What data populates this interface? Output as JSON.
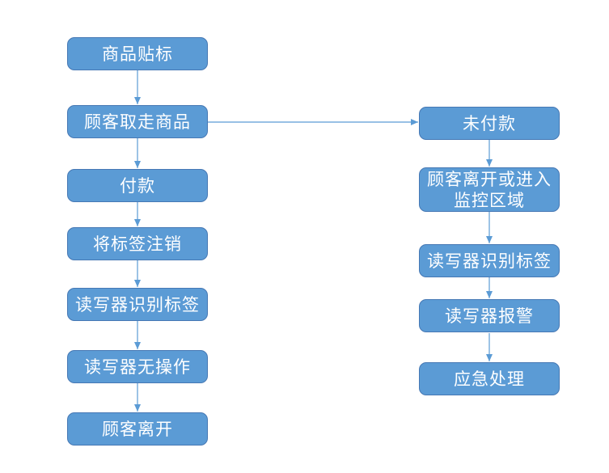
{
  "diagram": {
    "title": "",
    "background_color": "#ffffff",
    "node_fill_color": "#5b9bd5",
    "node_border_color": "#4678b4",
    "node_text_color": "#ffffff",
    "arrow_color": "#5b9bd5",
    "main_flow": {
      "nodes": [
        {
          "label": "商品贴标"
        },
        {
          "label": "顾客取走商品"
        },
        {
          "label": "付款"
        },
        {
          "label": "将标签注销"
        },
        {
          "label": "读写器识别标签"
        },
        {
          "label": "读写器无操作"
        },
        {
          "label": "顾客离开"
        }
      ]
    },
    "exception_flow": {
      "nodes": [
        {
          "label": "未付款"
        },
        {
          "label": "顾客离开或进入\n监控区域"
        },
        {
          "label": "读写器识别标签"
        },
        {
          "label": "读写器报警"
        },
        {
          "label": "应急处理"
        }
      ]
    },
    "edges": [
      {
        "from": "商品贴标",
        "to": "顾客取走商品"
      },
      {
        "from": "顾客取走商品",
        "to": "付款"
      },
      {
        "from": "付款",
        "to": "将标签注销"
      },
      {
        "from": "将标签注销",
        "to": "读写器识别标签"
      },
      {
        "from": "读写器识别标签",
        "to": "读写器无操作"
      },
      {
        "from": "读写器无操作",
        "to": "顾客离开"
      },
      {
        "from": "顾客取走商品",
        "to": "未付款"
      },
      {
        "from": "未付款",
        "to": "顾客离开或进入监控区域"
      },
      {
        "from": "顾客离开或进入监控区域",
        "to": "读写器识别标签"
      },
      {
        "from": "读写器识别标签",
        "to": "读写器报警"
      },
      {
        "from": "读写器报警",
        "to": "应急处理"
      }
    ]
  }
}
